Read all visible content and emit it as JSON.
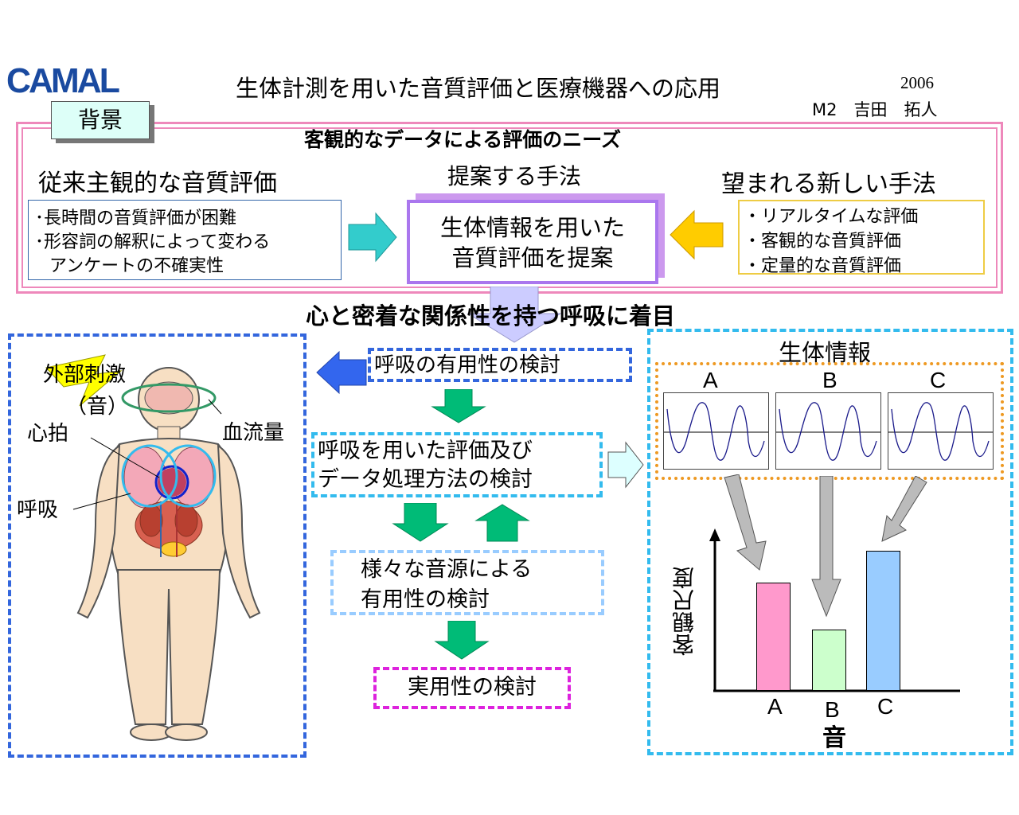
{
  "header": {
    "logo": "CAMAL",
    "title": "生体計測を用いた音質評価と医療機器への応用",
    "year": "2006",
    "author": "M2　吉田　拓人"
  },
  "background_tab": "背景",
  "needs_heading": "客観的なデータによる評価のニーズ",
  "left_section": {
    "heading": "従来主観的な音質評価",
    "items": [
      "･長時間の音質評価が困難",
      "･形容詞の解釈によって変わる",
      "アンケートの不確実性"
    ]
  },
  "center_section": {
    "heading": "提案する手法",
    "proposal": [
      "生体情報を用いた",
      "音質評価を提案"
    ]
  },
  "right_section": {
    "heading": "望まれる新しい手法",
    "items": [
      "・リアルタイムな評価",
      "・客観的な音質評価",
      "・定量的な音質評価"
    ]
  },
  "focus_line": "心と密着な関係性を持つ呼吸に着目",
  "body_labels": {
    "stimulus": "外部刺激",
    "sound": "（音）",
    "blood_flow": "血流量",
    "heartbeat": "心拍",
    "respiration": "呼吸"
  },
  "flow": {
    "step1": "呼吸の有用性の検討",
    "step2": [
      "呼吸を用いた評価及び",
      "データ処理方法の検討"
    ],
    "step3": [
      "様々な音源による",
      "有用性の検討"
    ],
    "step4": "実用性の検討"
  },
  "bio_panel": {
    "title": "生体情報",
    "wave_labels": [
      "A",
      "B",
      "C"
    ]
  },
  "chart_data": {
    "type": "bar",
    "categories": [
      "A",
      "B",
      "C"
    ],
    "values": [
      0.62,
      0.35,
      0.8
    ],
    "ylabel": "客観尺度",
    "xlabel": "音",
    "colors": [
      "#ff99cc",
      "#ccffcc",
      "#99ccff"
    ]
  },
  "colors": {
    "outer_border": "#ee88bb",
    "proposal_border": "#aa77ee",
    "arrow_cyan": "#33cccc",
    "arrow_yellow": "#ffcc00",
    "arrow_blue": "#3366ee",
    "arrow_green": "#00bb77"
  }
}
